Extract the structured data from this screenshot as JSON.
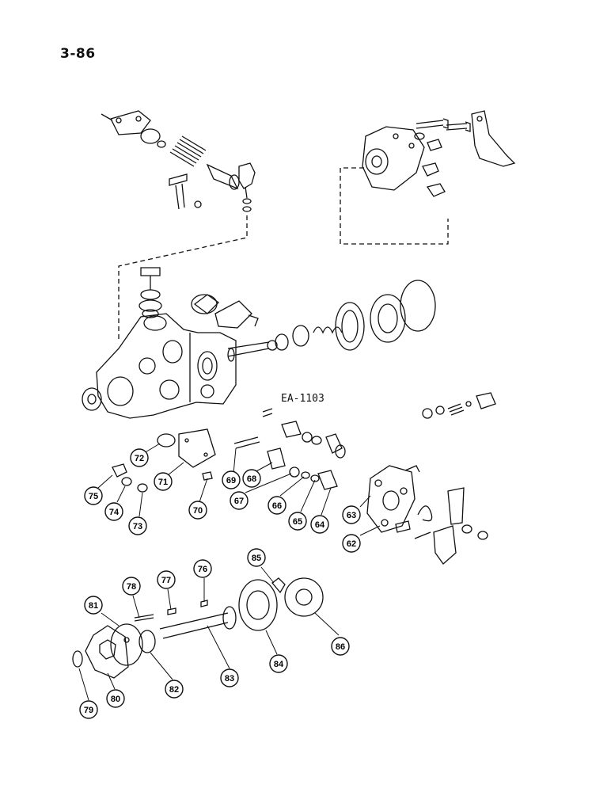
{
  "header": {
    "page_number": "3-86"
  },
  "figure": {
    "code": "EA-1103"
  },
  "callouts": [
    {
      "id": "c62",
      "label": "62"
    },
    {
      "id": "c63",
      "label": "63"
    },
    {
      "id": "c64",
      "label": "64"
    },
    {
      "id": "c65",
      "label": "65"
    },
    {
      "id": "c66",
      "label": "66"
    },
    {
      "id": "c67",
      "label": "67"
    },
    {
      "id": "c68",
      "label": "68"
    },
    {
      "id": "c69",
      "label": "69"
    },
    {
      "id": "c70",
      "label": "70"
    },
    {
      "id": "c71",
      "label": "71"
    },
    {
      "id": "c72",
      "label": "72"
    },
    {
      "id": "c73",
      "label": "73"
    },
    {
      "id": "c74",
      "label": "74"
    },
    {
      "id": "c75",
      "label": "75"
    },
    {
      "id": "c76",
      "label": "76"
    },
    {
      "id": "c77",
      "label": "77"
    },
    {
      "id": "c78",
      "label": "78"
    },
    {
      "id": "c79",
      "label": "79"
    },
    {
      "id": "c80",
      "label": "80"
    },
    {
      "id": "c81",
      "label": "81"
    },
    {
      "id": "c82",
      "label": "82"
    },
    {
      "id": "c83",
      "label": "83"
    },
    {
      "id": "c84",
      "label": "84"
    },
    {
      "id": "c85",
      "label": "85"
    },
    {
      "id": "c86",
      "label": "86"
    }
  ]
}
